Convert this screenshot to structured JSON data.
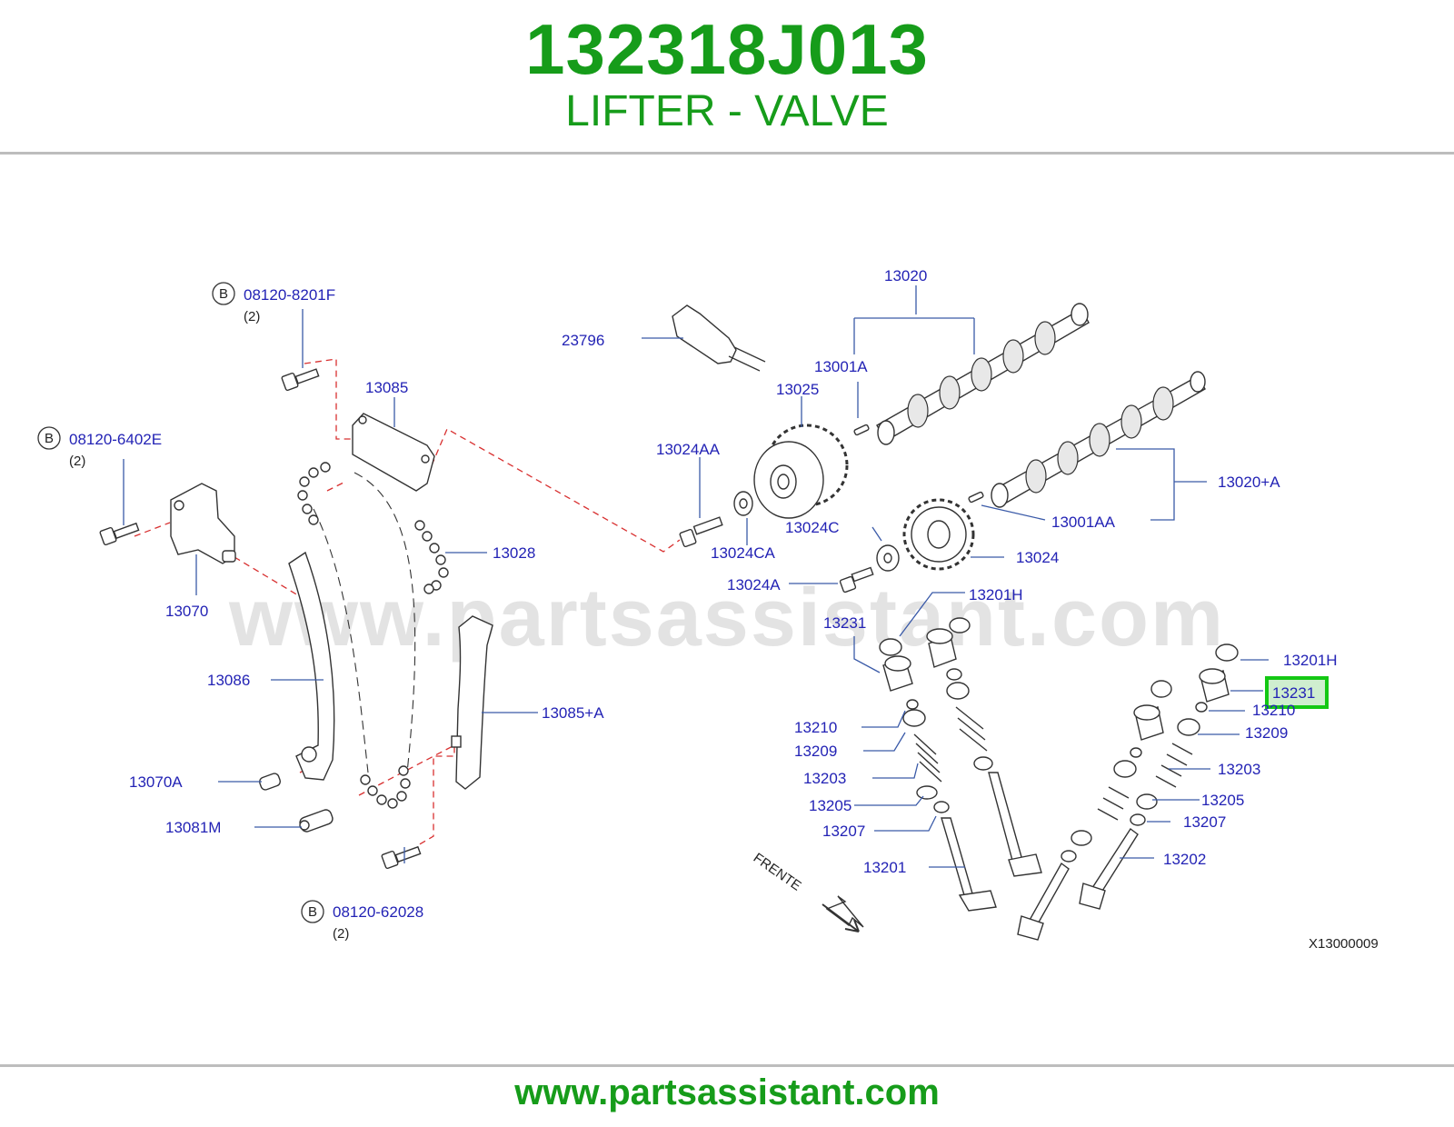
{
  "header": {
    "part_number": "132318J013",
    "part_name": "LIFTER - VALVE"
  },
  "watermark": "www.partsassistant.com",
  "footer": {
    "url": "www.partsassistant.com"
  },
  "colors": {
    "brand_green": "#169c1a",
    "label_blue": "#2323b5",
    "highlight_green": "#14c814",
    "highlight_fill": "#cfeecf",
    "leader": "#3a5aa8",
    "dash_red": "#d83030",
    "outline": "#333333"
  },
  "diagram": {
    "labels": {
      "b1_part": "08120-8201F",
      "b1_qty": "(2)",
      "b2_part": "08120-6402E",
      "b2_qty": "(2)",
      "b3_part": "08120-62028",
      "b3_qty": "(2)",
      "bolt_letter": "B",
      "p23796": "23796",
      "p13020": "13020",
      "p13001A": "13001A",
      "p13025": "13025",
      "p13085": "13085",
      "p13024AA": "13024AA",
      "p13020A": "13020+A",
      "p13001AA": "13001AA",
      "p13024C": "13024C",
      "p13024CA": "13024CA",
      "p13028": "13028",
      "p13024": "13024",
      "p13024A": "13024A",
      "p13070": "13070",
      "p13201H_1": "13201H",
      "p13231_1": "13231",
      "p13086": "13086",
      "p13201H_2": "13201H",
      "p13231_2": "13231",
      "p13085A": "13085+A",
      "p13210_1": "13210",
      "p13210_2": "13210",
      "p13209_1": "13209",
      "p13209_2": "13209",
      "p13070A": "13070A",
      "p13203_1": "13203",
      "p13203_2": "13203",
      "p13205_1": "13205",
      "p13205_2": "13205",
      "p13081M": "13081M",
      "p13207_1": "13207",
      "p13207_2": "13207",
      "p13201": "13201",
      "p13202": "13202",
      "frente": "FRENTE",
      "diagram_id": "X13000009"
    }
  }
}
